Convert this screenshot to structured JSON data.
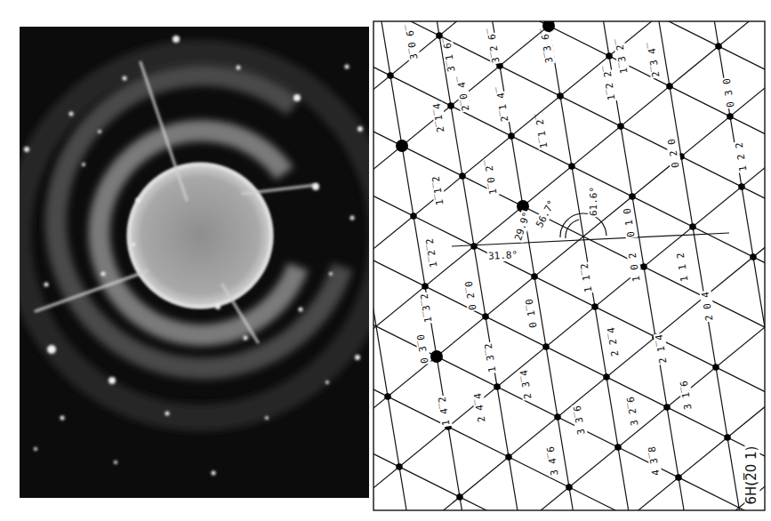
{
  "diagram": {
    "labels": [
      "3̅ 0 6̅",
      "3̅ 1 6̅",
      "3̅ 2 6̅",
      "3̅ 3 6̅",
      "1̅ 3 2̅",
      "2̅ 3 4̅",
      "1̅ 2 2̅",
      "2̅ 0 4̅",
      "2̅ 1̅ 4",
      "2̅ 1 4̅",
      "1̅ 1 2̅",
      "0 3 0",
      "0 2 0",
      "1 2 2",
      "0 1 0",
      "1̅ 0 2̅",
      "1̅ 1̅ 2",
      "1̅ 2̅ 2",
      "1̅ 3̅ 2",
      "0 3̅ 0",
      "0 2̅ 0",
      "0 1̅ 0",
      "1 3̅ 2",
      "1 1̅ 2",
      "1 0 2",
      "1 1 2",
      "2 0 4",
      "2 1̅ 4",
      "2 2̅ 4",
      "2 3̅ 4",
      "1 4̅ 2",
      "2 4̅ 4",
      "3 3̅ 6",
      "3 2̅ 6",
      "3 1̅ 6",
      "3 4̅ 6",
      "4 3̅ 8",
      "56.7°",
      "61.6°",
      "29.9°",
      "31.8°",
      "6H(2̅0 1)"
    ]
  }
}
